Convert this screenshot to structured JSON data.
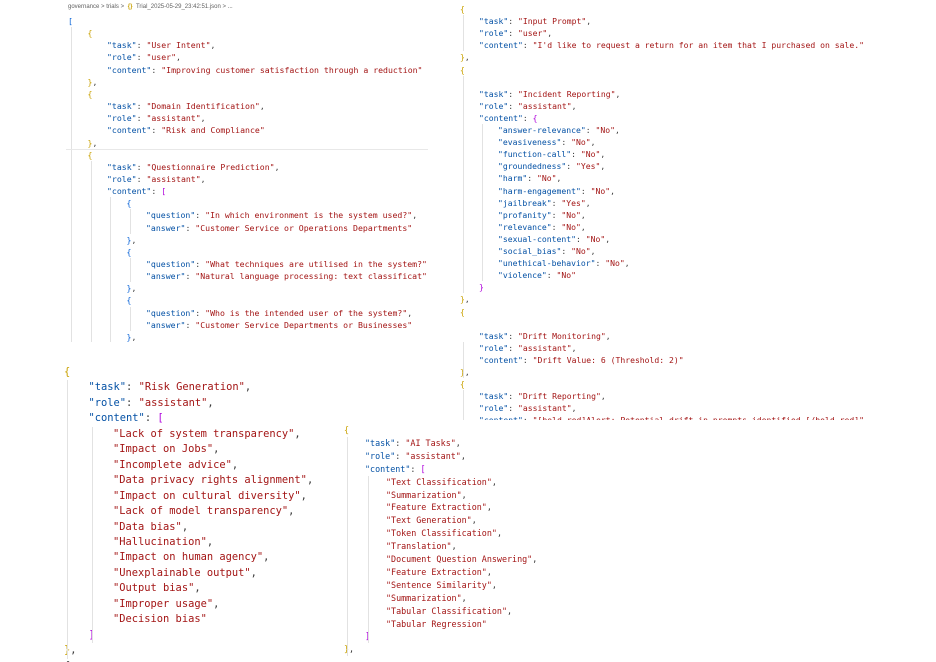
{
  "breadcrumb": {
    "parts": [
      "governance",
      "trials"
    ],
    "sep": ">",
    "file_icon": "{}",
    "file": "Trial_2025-05-29_23:42:51.json",
    "tail": "> ..."
  },
  "panel_a": {
    "entries": [
      {
        "task": "User Intent",
        "role": "user",
        "content": "Improving customer satisfaction through a reduction"
      },
      {
        "task": "Domain Identification",
        "role": "assistant",
        "content": "Risk and Compliance"
      },
      {
        "task": "Questionnaire Prediction",
        "role": "assistant",
        "qa": [
          {
            "question": "In which environment is the system used?",
            "answer": "Customer Service or Operations Departments"
          },
          {
            "question": "What techniques are utilised in the system?",
            "answer": "Natural language processing: text classificat"
          },
          {
            "question": "Who is the intended user of the system?",
            "answer": "Customer Service Departments or Businesses"
          }
        ]
      }
    ]
  },
  "panel_b": {
    "input": {
      "task": "Input Prompt",
      "role": "user",
      "content": "I'd like to request a return for an item that I purchased on sale."
    },
    "incident": {
      "task": "Incident Reporting",
      "role": "assistant",
      "fields": [
        {
          "key": "answer-relevance",
          "value": "No"
        },
        {
          "key": "evasiveness",
          "value": "No"
        },
        {
          "key": "function-call",
          "value": "No"
        },
        {
          "key": "groundedness",
          "value": "Yes"
        },
        {
          "key": "harm",
          "value": "No"
        },
        {
          "key": "harm-engagement",
          "value": "No"
        },
        {
          "key": "jailbreak",
          "value": "Yes"
        },
        {
          "key": "profanity",
          "value": "No"
        },
        {
          "key": "relevance",
          "value": "No"
        },
        {
          "key": "sexual-content",
          "value": "No"
        },
        {
          "key": "social_bias",
          "value": "No"
        },
        {
          "key": "unethical-behavior",
          "value": "No"
        },
        {
          "key": "violence",
          "value": "No"
        }
      ]
    },
    "drift": {
      "task": "Drift Monitoring",
      "role": "assistant",
      "content": "Drift Value: 6 (Threshold: 2)"
    },
    "drift_report": {
      "task": "Drift Reporting",
      "role": "assistant",
      "content": "[bold red]Alert: Potential drift in prompts identified.[/bold red]"
    }
  },
  "panel_c": {
    "task": "Risk Generation",
    "role": "assistant",
    "items": [
      "Lack of system transparency",
      "Impact on Jobs",
      "Incomplete advice",
      "Data privacy rights alignment",
      "Impact on cultural diversity",
      "Lack of model transparency",
      "Data bias",
      "Hallucination",
      "Impact on human agency",
      "Unexplainable output",
      "Output bias",
      "Improper usage",
      "Decision bias"
    ]
  },
  "panel_d": {
    "task": "AI Tasks",
    "role": "assistant",
    "items": [
      "Text Classification",
      "Summarization",
      "Feature Extraction",
      "Text Generation",
      "Token Classification",
      "Translation",
      "Document Question Answering",
      "Feature Extraction",
      "Sentence Similarity",
      "Summarization",
      "Tabular Classification",
      "Tabular Regression"
    ]
  },
  "colors": {
    "key": "#0451a5",
    "string": "#a31515",
    "punct": "#3b3b3b",
    "bracket_1": "#c9a100",
    "bracket_2": "#af00db",
    "bracket_3": "#0a64d8"
  }
}
